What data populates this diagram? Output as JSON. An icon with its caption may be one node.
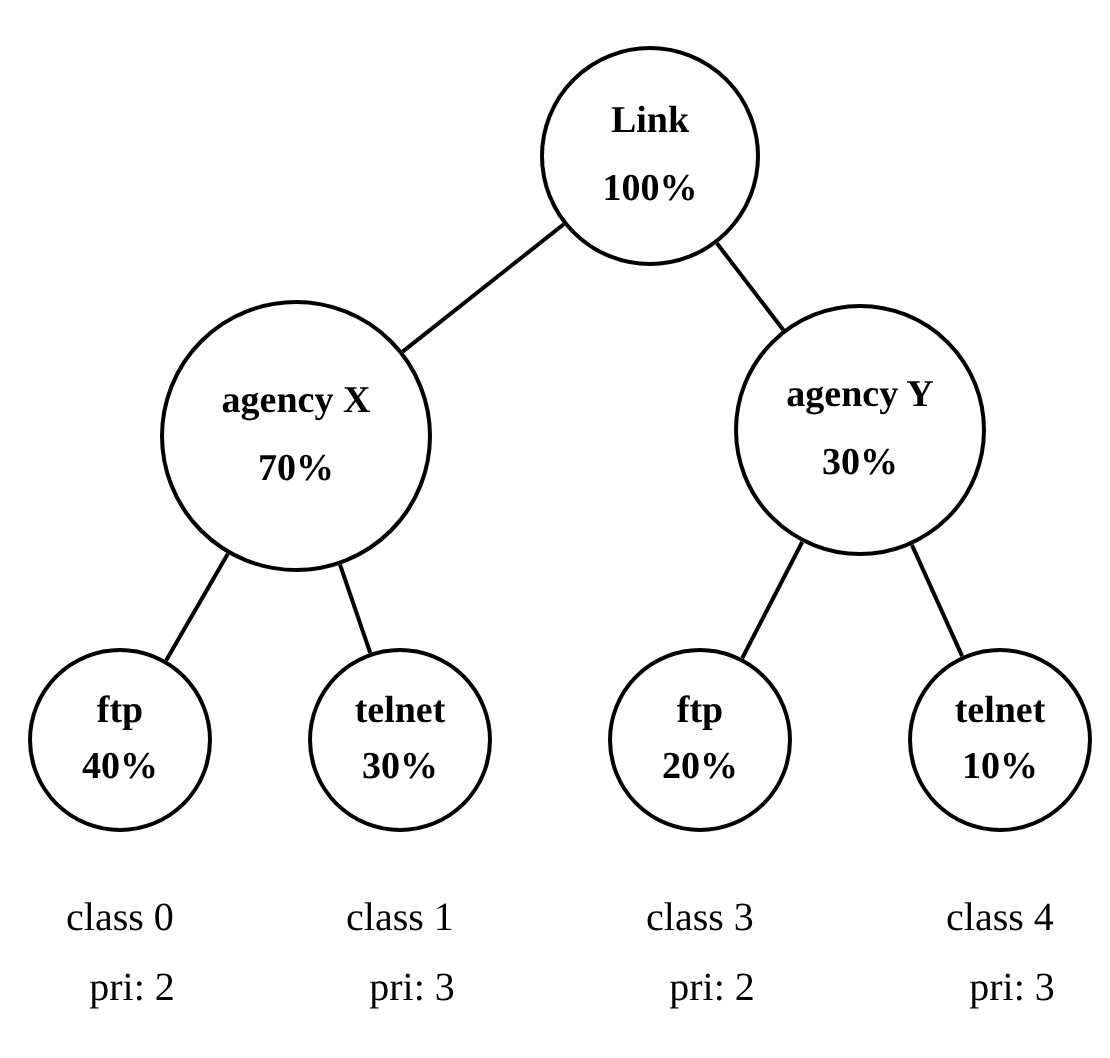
{
  "diagram": {
    "nodes": [
      {
        "text": [
          "Link",
          "100%"
        ]
      },
      {
        "text": [
          "agency X",
          "70%"
        ]
      },
      {
        "text": [
          "agency Y",
          "30%"
        ]
      },
      {
        "text": [
          "ftp",
          "40%"
        ],
        "beside": [
          "class 0",
          "pri: 2"
        ]
      },
      {
        "text": [
          "telnet",
          "30%"
        ],
        "beside": [
          "class 1",
          "pri: 3"
        ]
      },
      {
        "text": [
          "ftp",
          "20%"
        ],
        "beside": [
          "class 3",
          "pri: 2"
        ]
      },
      {
        "text": [
          "telnet",
          "10%"
        ],
        "beside": [
          "class 4",
          "pri: 3"
        ]
      }
    ],
    "edges": [
      {
        "from": 0,
        "to": 1,
        "arrow": "none"
      },
      {
        "from": 0,
        "to": 2,
        "arrow": "none"
      },
      {
        "from": 1,
        "to": 3,
        "arrow": "none"
      },
      {
        "from": 1,
        "to": 4,
        "arrow": "none"
      },
      {
        "from": 2,
        "to": 5,
        "arrow": "none"
      },
      {
        "from": 2,
        "to": 6,
        "arrow": "none"
      }
    ]
  }
}
